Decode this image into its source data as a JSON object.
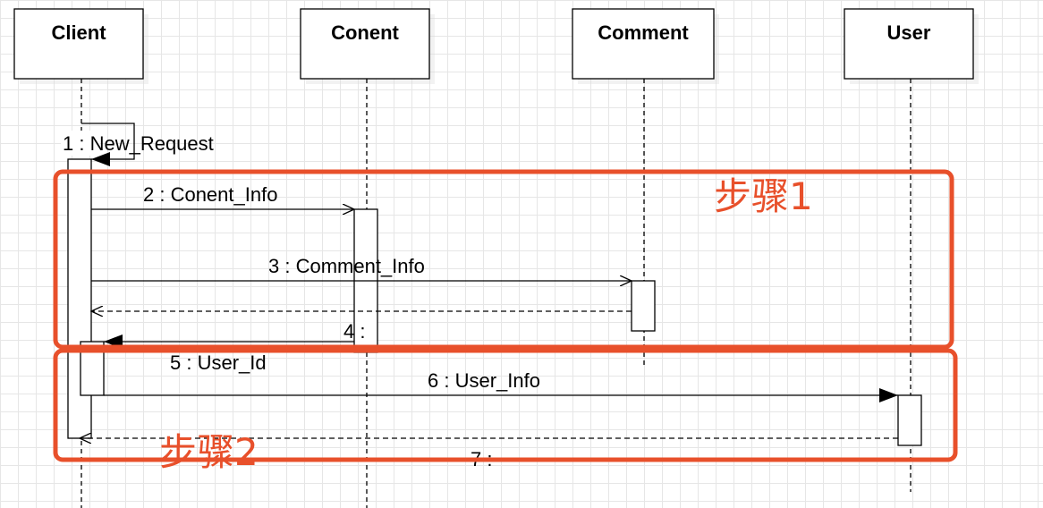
{
  "participants": [
    {
      "name": "Client"
    },
    {
      "name": "Conent"
    },
    {
      "name": "Comment"
    },
    {
      "name": "User"
    }
  ],
  "messages": [
    {
      "label": "1 : New_Request",
      "from": "Client",
      "to": "Client",
      "kind": "self-call"
    },
    {
      "label": "2 : Conent_Info",
      "from": "Client",
      "to": "Conent",
      "kind": "async"
    },
    {
      "label": "3 : Comment_Info",
      "from": "Client",
      "to": "Comment",
      "kind": "async"
    },
    {
      "label": "",
      "from": "Comment",
      "to": "Client",
      "kind": "return"
    },
    {
      "label": "4 :",
      "from": "Conent",
      "to": "Client",
      "kind": "sync"
    },
    {
      "label": "5 : User_Id",
      "from": "Client",
      "to": "Client",
      "kind": "self"
    },
    {
      "label": "6 : User_Info",
      "from": "Client",
      "to": "User",
      "kind": "sync"
    },
    {
      "label": "7 :",
      "from": "User",
      "to": "Client",
      "kind": "return"
    }
  ],
  "steps": [
    {
      "label": "步骤1"
    },
    {
      "label": "步骤2"
    }
  ],
  "colors": {
    "highlight": "#e8502b",
    "grid": "#e6e6e6",
    "line": "#000000"
  }
}
